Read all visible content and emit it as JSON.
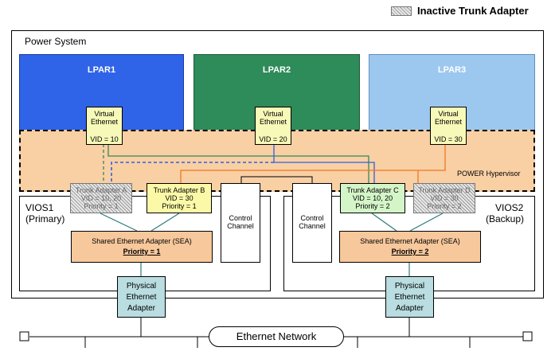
{
  "legend": {
    "label": "Inactive Trunk Adapter"
  },
  "power_system": {
    "label": "Power System"
  },
  "lpars": [
    {
      "label": "LPAR1",
      "color": "#2f63e8"
    },
    {
      "label": "LPAR2",
      "color": "#2e8b5a"
    },
    {
      "label": "LPAR3",
      "color": "#9cc8f0"
    }
  ],
  "virtual_ethernet": [
    {
      "line1": "Virtual",
      "line2": "Ethernet",
      "vid": "VID = 10"
    },
    {
      "line1": "Virtual",
      "line2": "Ethernet",
      "vid": "VID = 20"
    },
    {
      "line1": "Virtual",
      "line2": "Ethernet",
      "vid": "VID = 30"
    }
  ],
  "hypervisor": {
    "label": "POWER Hypervisor",
    "color": "#f9cfa4"
  },
  "vios": [
    {
      "name": "VIOS1",
      "role": "(Primary)"
    },
    {
      "name": "VIOS2",
      "role": "(Backup)"
    }
  ],
  "trunk_adapters": [
    {
      "name": "Trunk Adapter A",
      "vid": "VID = 10, 20",
      "priority": "Priority = 1",
      "active": false
    },
    {
      "name": "Trunk Adapter B",
      "vid": "VID = 30",
      "priority": "Priority = 1",
      "active": true
    },
    {
      "name": "Trunk Adapter C",
      "vid": "VID = 10, 20",
      "priority": "Priority = 2",
      "active": true
    },
    {
      "name": "Trunk Adapter D",
      "vid": "VID = 30",
      "priority": "Priority = 2",
      "active": false
    }
  ],
  "control_channel": {
    "line1": "Control",
    "line2": "Channel"
  },
  "sea": [
    {
      "label": "Shared Ethernet Adapter (SEA)",
      "priority": "Priority = 1"
    },
    {
      "label": "Shared Ethernet Adapter (SEA)",
      "priority": "Priority = 2"
    }
  ],
  "physical_adapter": {
    "line1": "Physical",
    "line2": "Ethernet",
    "line3": "Adapter"
  },
  "network": {
    "label": "Ethernet Network"
  },
  "colors": {
    "virtual_eth_bg": "#f7f9b8",
    "trunk_b_bg": "#fbf9a8",
    "trunk_c_bg": "#d4f5c8",
    "sea_bg": "#f7c89c",
    "physical_bg": "#b9dde0",
    "vlan10": "#2e8b5a",
    "vlan20": "#3060e0",
    "vlan30": "#f07820"
  }
}
